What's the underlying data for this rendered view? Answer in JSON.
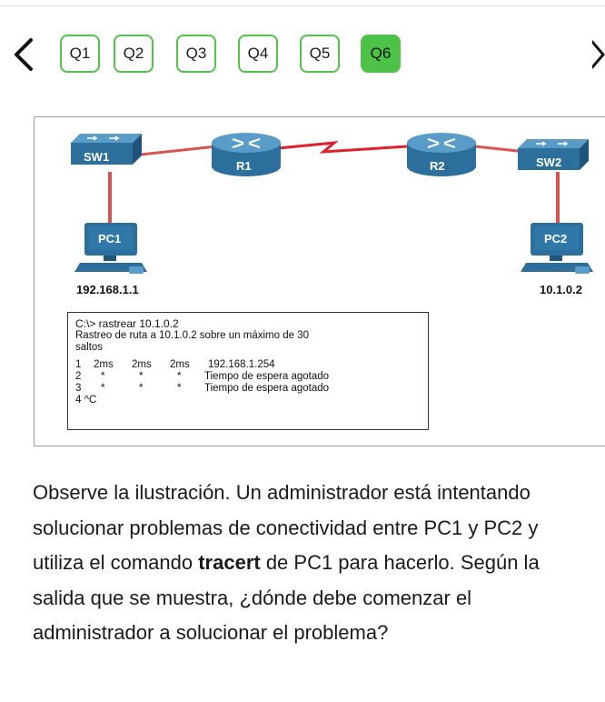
{
  "nav": {
    "tabs": [
      {
        "label": "Q1",
        "active": false
      },
      {
        "label": "Q2",
        "active": false
      },
      {
        "label": "Q3",
        "active": false
      },
      {
        "label": "Q4",
        "active": false
      },
      {
        "label": "Q5",
        "active": false
      },
      {
        "label": "Q6",
        "active": true
      }
    ],
    "accent_color": "#4cc247"
  },
  "figure": {
    "devices": {
      "sw1": "SW1",
      "r1": "R1",
      "r2": "R2",
      "sw2": "SW2",
      "pc1": "PC1",
      "pc2": "PC2"
    },
    "pc1_ip": "192.168.1.1",
    "pc2_ip": "10.1.0.2",
    "terminal": {
      "prompt": "C:\\> rastrear 10.1.0.2",
      "header_line1": "Rastreo de ruta a 10.1.0.2 sobre un máximo de 30",
      "header_line2": "saltos",
      "hops": [
        {
          "n": "1",
          "t1": "2ms",
          "t2": "2ms",
          "t3": "2ms",
          "result": "192.168.1.254"
        },
        {
          "n": "2",
          "t1": "*",
          "t2": "*",
          "t3": "*",
          "result": "Tiempo de espera agotado"
        },
        {
          "n": "3",
          "t1": "*",
          "t2": "*",
          "t3": "*",
          "result": "Tiempo de espera agotado"
        }
      ],
      "last_line": "4 ^C"
    },
    "colors": {
      "lan_link": "#d9534f",
      "wan_link": "#e0202a",
      "device_blue": "#2c6e9c"
    }
  },
  "question": {
    "part1": "Observe la ilustración. Un administrador está intentando solucionar problemas de conectividad entre PC1 y PC2 y utiliza el comando ",
    "bold": "tracert",
    "part2": " de PC1 para hacerlo. Según la salida que se muestra, ¿dónde debe comenzar el administrador a solucionar el problema?"
  }
}
